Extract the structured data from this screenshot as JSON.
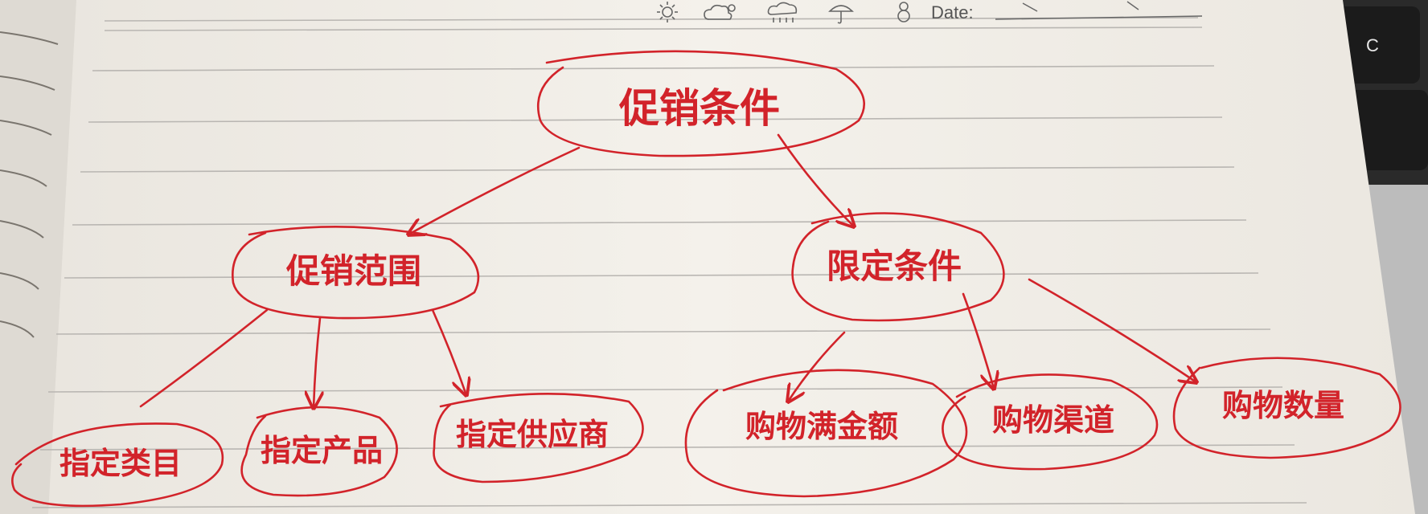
{
  "page_header": {
    "date_label": "Date:",
    "weather_icons": [
      "sun-icon",
      "partly-cloudy-icon",
      "rain-cloud-icon",
      "umbrella-icon",
      "snowman-icon"
    ]
  },
  "keyboard": {
    "key_label": "C"
  },
  "diagram": {
    "root": {
      "label": "促销条件"
    },
    "left_branch": {
      "label": "促销范围"
    },
    "right_branch": {
      "label": "限定条件"
    },
    "left_leaves": [
      {
        "label": "指定类目"
      },
      {
        "label": "指定产品"
      },
      {
        "label": "指定供应商"
      }
    ],
    "right_leaves": [
      {
        "label": "购物满金额"
      },
      {
        "label": "购物渠道"
      },
      {
        "label": "购物数量"
      }
    ]
  },
  "colors": {
    "ink": "#d2232a",
    "paper": "#f3f0ea",
    "rule_line": "#b9b6b2"
  }
}
